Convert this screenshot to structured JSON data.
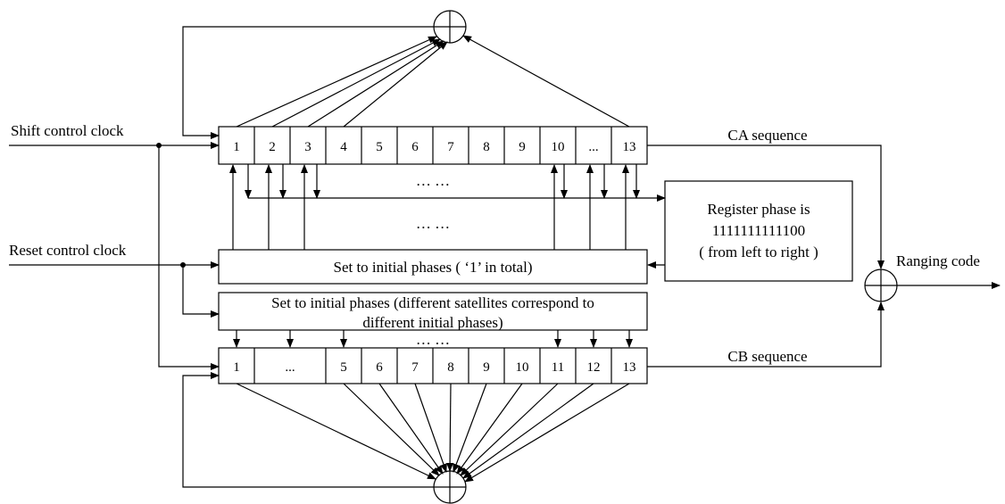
{
  "labels": {
    "shift_clock": "Shift control clock",
    "reset_clock": "Reset control clock",
    "ca_sequence": "CA sequence",
    "cb_sequence": "CB sequence",
    "ranging_code": "Ranging code",
    "dots_top": "… …",
    "dots_mid": "… …",
    "dots_bottom": "… …"
  },
  "register_phase_box": {
    "line1": "Register phase is",
    "line2": "1111111111100",
    "line3": "( from left to right )"
  },
  "init_box_a": "Set to initial phases (  ‘1’  in total)",
  "init_box_b": {
    "line1": "Set to initial phases (different satellites correspond to",
    "line2": "different  initial phases)"
  },
  "ca_register": [
    "1",
    "2",
    "3",
    "4",
    "5",
    "6",
    "7",
    "8",
    "9",
    "10",
    "...",
    "13"
  ],
  "cb_register": [
    "1",
    "...",
    "5",
    "6",
    "7",
    "8",
    "9",
    "10",
    "11",
    "12",
    "13"
  ]
}
